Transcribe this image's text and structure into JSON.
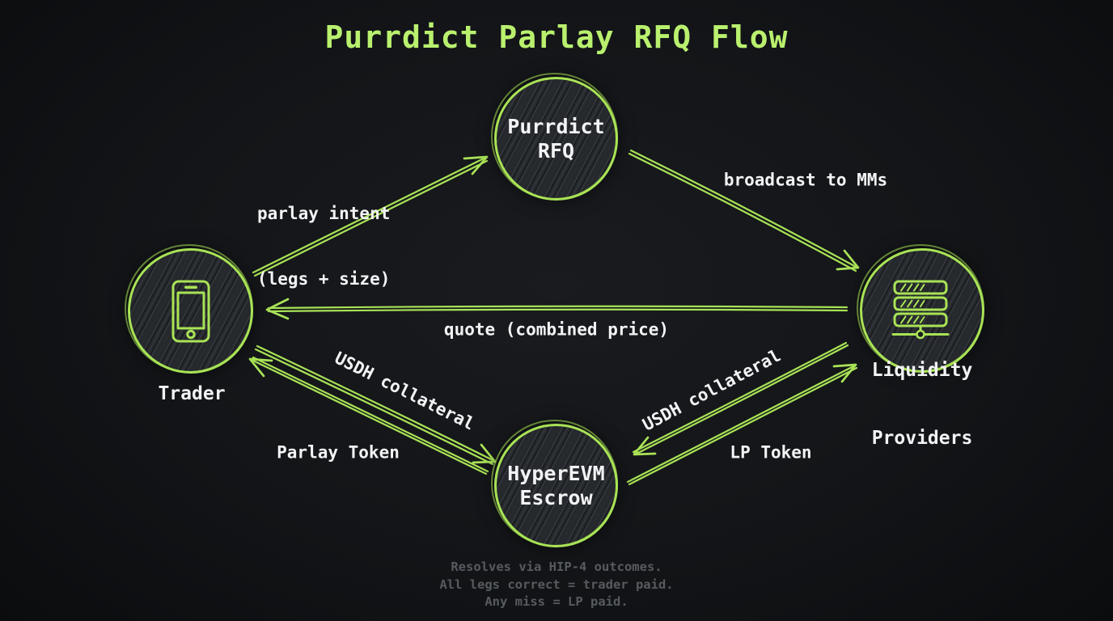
{
  "title": "Purrdict Parlay RFQ Flow",
  "colors": {
    "accent": "#a9e356",
    "title": "#b9f06e",
    "text": "#f2f3f4",
    "muted": "#565b5f",
    "background": "#131518",
    "node_fill": "#25282c"
  },
  "nodes": {
    "rfq": {
      "line1": "Purrdict",
      "line2": "RFQ"
    },
    "trader": {
      "label": "Trader",
      "icon": "smartphone-icon"
    },
    "lp": {
      "line1": "Liquidity",
      "line2": "Providers",
      "icon": "server-rack-icon"
    },
    "escrow": {
      "line1": "HyperEVM",
      "line2": "Escrow"
    }
  },
  "edges": {
    "parlay_intent": {
      "line1": "parlay intent",
      "line2": "(legs + size)",
      "from": "Trader",
      "to": "Purrdict RFQ"
    },
    "broadcast": {
      "label": "broadcast to MMs",
      "from": "Purrdict RFQ",
      "to": "Liquidity Providers"
    },
    "quote": {
      "label": "quote (combined price)",
      "from": "Liquidity Providers",
      "to": "Trader"
    },
    "usdh_trader": {
      "label": "USDH collateral",
      "from": "Trader",
      "to": "HyperEVM Escrow"
    },
    "parlay_token": {
      "label": "Parlay Token",
      "from": "HyperEVM Escrow",
      "to": "Trader"
    },
    "usdh_lp": {
      "label": "USDH collateral",
      "from": "Liquidity Providers",
      "to": "HyperEVM Escrow"
    },
    "lp_token": {
      "label": "LP Token",
      "from": "HyperEVM Escrow",
      "to": "Liquidity Providers"
    }
  },
  "footer": {
    "line1": "Resolves via HIP-4 outcomes.",
    "line2": "All legs correct = trader paid.",
    "line3": "Any miss = LP paid."
  }
}
